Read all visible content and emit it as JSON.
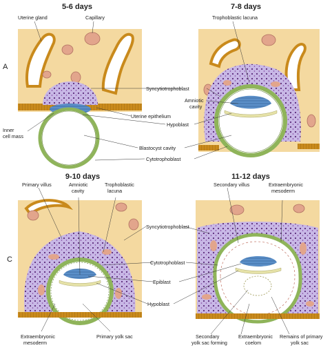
{
  "panels": {
    "a1": {
      "title": "5-6 days"
    },
    "a2": {
      "title": "7-8 days"
    },
    "c1": {
      "title": "9-10 days"
    },
    "c2": {
      "title": "11-12 days"
    }
  },
  "row_letters": {
    "a": "A",
    "c": "C"
  },
  "labels": {
    "uterine_gland": "Uterine gland",
    "capillary": "Capillary",
    "trophoblastic_lacuna_top": "Trophoblastic lacuna",
    "syncytiotrophoblast_top": "Syncytiotrophoblast",
    "amniotic_cavity_top_1": "Amniotic",
    "amniotic_cavity_top_2": "cavity",
    "uterine_epithelium": "Uterine epithelium",
    "hypoblast_top": "Hypoblast",
    "inner_cell_mass_1": "Inner",
    "inner_cell_mass_2": "cell mass",
    "blastocyst_cavity": "Blastocyst cavity",
    "cytotrophoblast_top": "Cytotrophoblast",
    "primary_villus": "Primary villus",
    "amniotic_cavity_bottom_1": "Amniotic",
    "amniotic_cavity_bottom_2": "cavity",
    "trophoblastic_lacuna_bottom_1": "Trophoblastic",
    "trophoblastic_lacuna_bottom_2": "lacuna",
    "secondary_villus": "Secondary villus",
    "extraembryonic_mesoderm_top_1": "Extraembryonic",
    "extraembryonic_mesoderm_top_2": "mesoderm",
    "syncytiotrophoblast_bottom": "Syncytiotrophoblast",
    "cytotrophoblast_bottom": "Cytotrophoblast",
    "epiblast": "Epiblast",
    "hypoblast_bottom": "Hypoblast",
    "extraembryonic_mesoderm_bottom_1": "Extraembryonic",
    "extraembryonic_mesoderm_bottom_2": "mesoderm",
    "primary_yolk_sac": "Primary yolk sac",
    "secondary_yolk_sac_1": "Secondary",
    "secondary_yolk_sac_2": "yolk sac forming",
    "extraembryonic_coelom_1": "Extraembryonic",
    "extraembryonic_coelom_2": "coelom",
    "remains_primary_yolk_sac_1": "Remains of primary",
    "remains_primary_yolk_sac_2": "yolk sac"
  },
  "colors": {
    "endometrium": "#f4d9a0",
    "syncytiotrophoblast": "#c8b8e6",
    "nuclei": "#5a2a7a",
    "epithelium": "#c98a1c",
    "cytotrophoblast": "#8fb45a",
    "hypoblast": "#e6e2a8",
    "epiblast": "#5b8fc8",
    "capillary": "#e2a58c",
    "blastocyst": "#ffffff"
  }
}
